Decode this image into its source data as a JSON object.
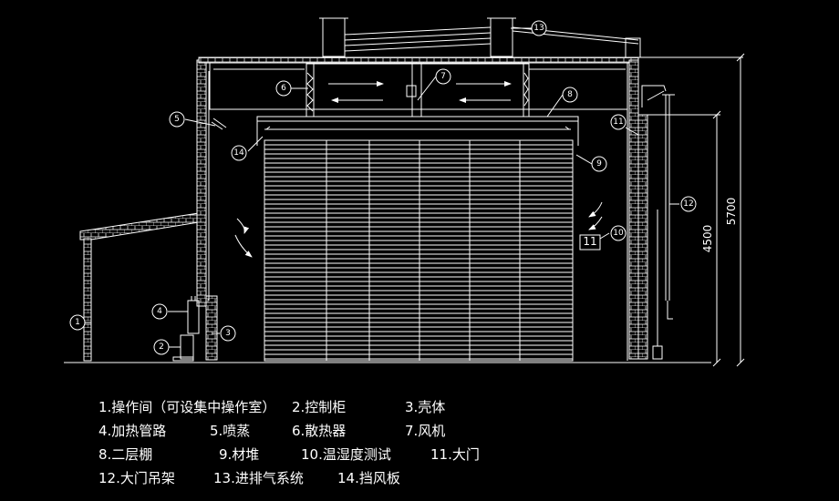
{
  "dimensions": {
    "total_height": "5700",
    "door_height": "4500"
  },
  "box_label": "11",
  "callouts": [
    "1",
    "2",
    "3",
    "4",
    "5",
    "6",
    "7",
    "8",
    "9",
    "10",
    "11",
    "12",
    "13",
    "14"
  ],
  "legend": [
    [
      "1.操作间（可设集中操作室）",
      "2.控制柜",
      "3.壳体"
    ],
    [
      "4.加热管路",
      "5.喷蒸",
      "6.散热器",
      "7.风机"
    ],
    [
      "8.二层棚",
      "9.材堆",
      "10.温湿度测试",
      "11.大门"
    ],
    [
      "12.大门吊架",
      "13.进排气系统",
      "14.挡风板"
    ]
  ]
}
